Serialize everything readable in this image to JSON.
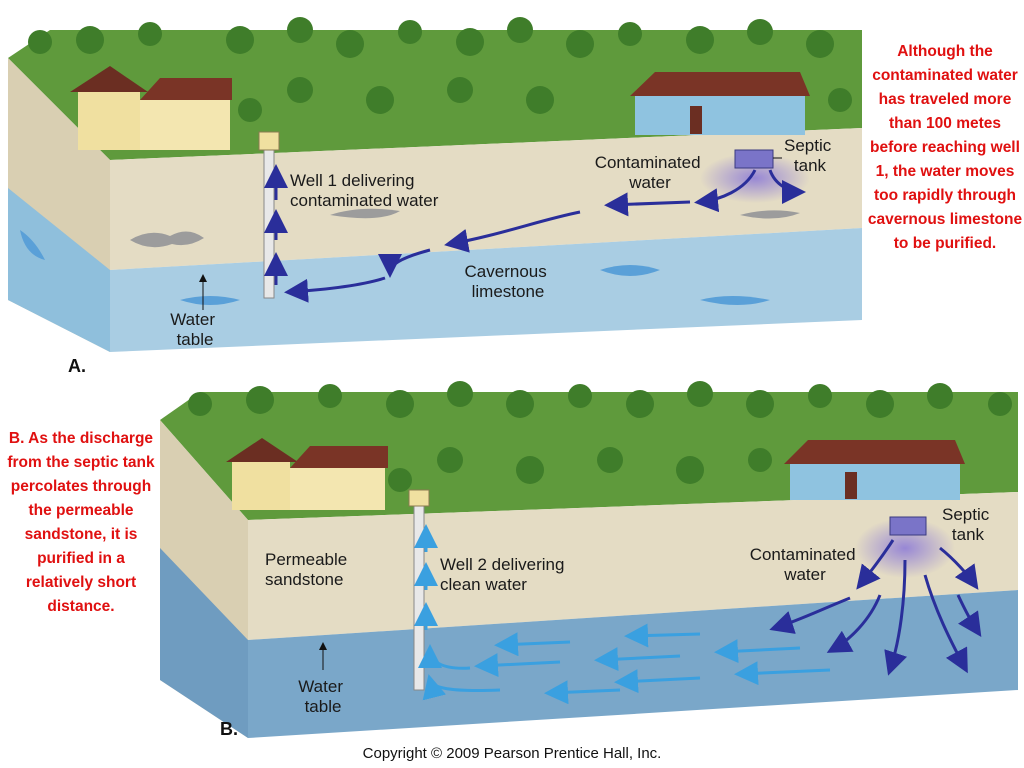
{
  "panel_a": {
    "letter": "A.",
    "labels": {
      "well": [
        "Well 1 delivering",
        "contaminated water"
      ],
      "contaminated": [
        "Contaminated",
        "water"
      ],
      "septic": [
        "Septic",
        "tank"
      ],
      "cavernous": [
        "Cavernous",
        "limestone"
      ],
      "water_table": [
        "Water",
        "table"
      ]
    },
    "note": "Although the contaminated water has traveled more than 100 metes before reaching well 1, the water moves too rapidly through cavernous limestone to be purified."
  },
  "panel_b": {
    "letter": "B.",
    "labels": {
      "well": [
        "Well 2 delivering",
        "clean water"
      ],
      "contaminated": [
        "Contaminated",
        "water"
      ],
      "septic": [
        "Septic",
        "tank"
      ],
      "sandstone": [
        "Permeable",
        "sandstone"
      ],
      "water_table": [
        "Water",
        "table"
      ]
    },
    "note": "B. As the discharge from the septic tank percolates through the permeable sandstone, it is purified in a relatively short distance."
  },
  "copyright": "Copyright © 2009 Pearson Prentice Hall, Inc.",
  "colors": {
    "grass": "#5f9a3c",
    "sand": "#e4dcc4",
    "water": "#a9cde3",
    "sandstone_water": "#7aa7c9",
    "note_red": "#e01010",
    "flow_dark": "#2a2e9a",
    "flow_light": "#3aa0e0"
  }
}
